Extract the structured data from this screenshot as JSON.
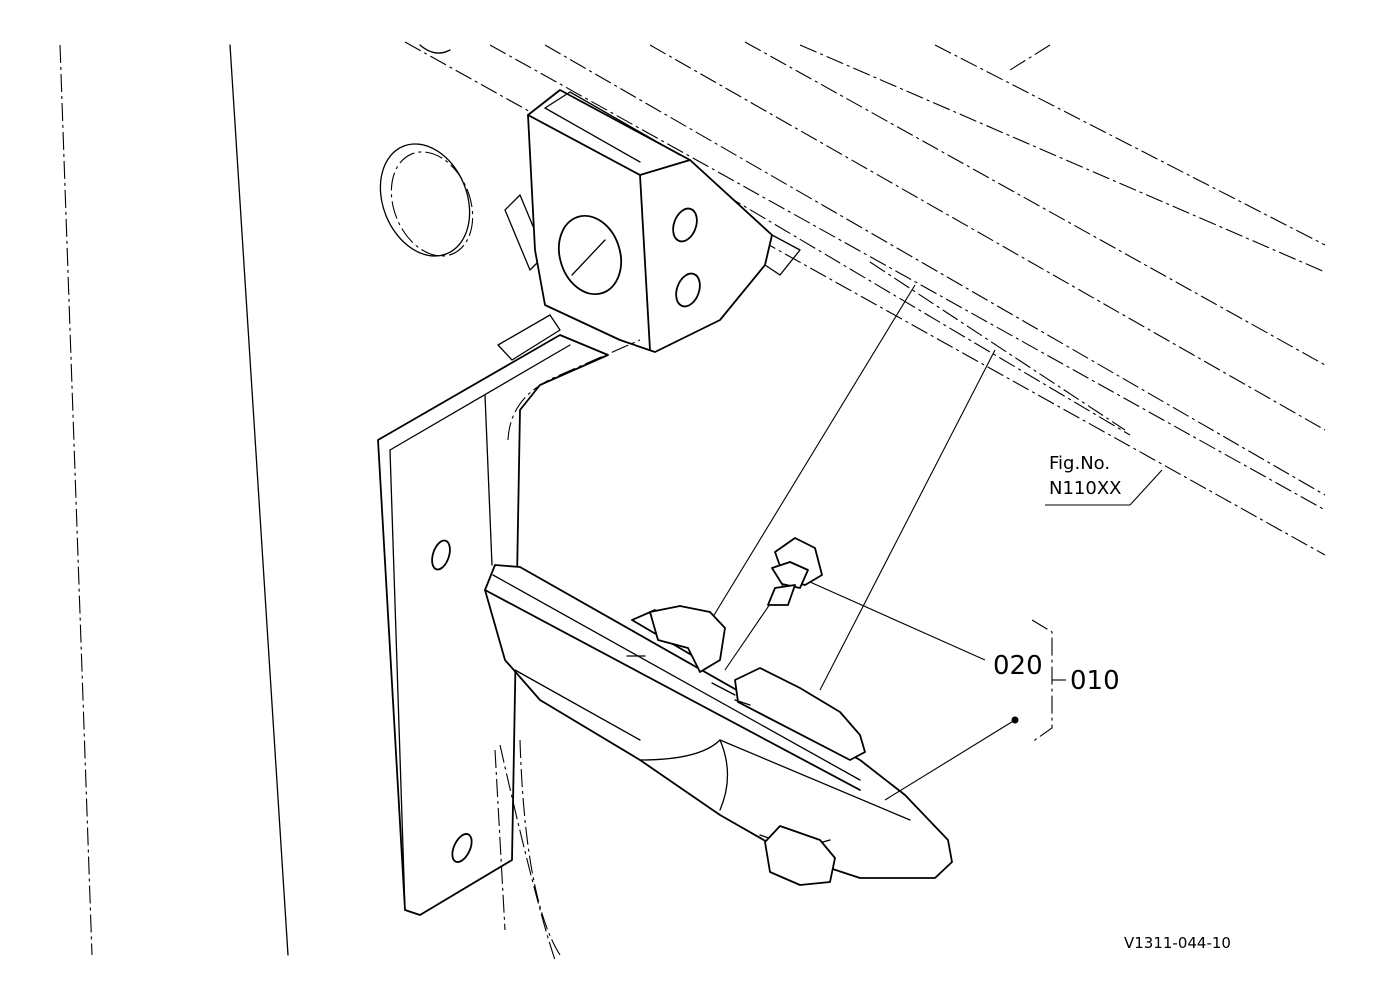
{
  "figure_reference": {
    "line1": "Fig.No.",
    "line2": "N110XX"
  },
  "callouts": {
    "part_020": "020",
    "part_010": "010"
  },
  "drawing_number": "V1311-044-10",
  "colors": {
    "line": "#000000",
    "background": "#ffffff"
  }
}
